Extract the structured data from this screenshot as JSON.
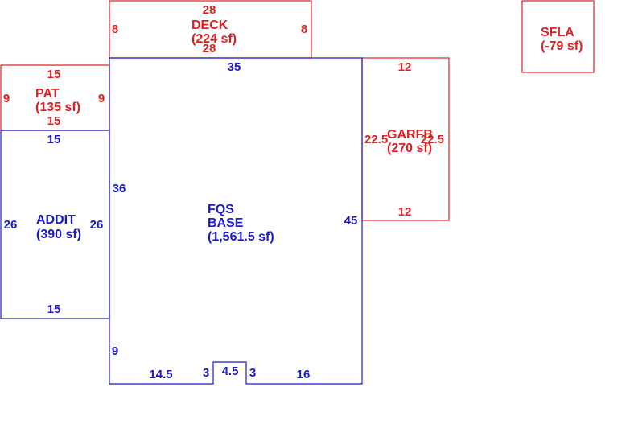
{
  "colors": {
    "red": "#e02020",
    "blue": "#1a1acc"
  },
  "areas": {
    "deck": {
      "name": "DECK",
      "area": "(224 sf)"
    },
    "sfla": {
      "name": "SFLA",
      "area": "(-79 sf)"
    },
    "pat": {
      "name": "PAT",
      "area": "(135 sf)"
    },
    "garfb": {
      "name": "GARFB",
      "area": "(270 sf)"
    },
    "addit": {
      "name": "ADDIT",
      "area": "(390 sf)"
    },
    "base": {
      "line1": "FQS",
      "line2": "BASE",
      "area": "(1,561.5 sf)"
    }
  },
  "dims": {
    "deck_top": "28",
    "deck_bottom": "28",
    "deck_left": "8",
    "deck_right": "8",
    "pat_top": "15",
    "pat_bottom": "15",
    "pat_left": "9",
    "pat_right": "9",
    "garfb_top": "12",
    "garfb_bottom": "12",
    "garfb_left": "22.5",
    "garfb_right": "22.5",
    "addit_top": "15",
    "addit_bottom": "15",
    "addit_left": "26",
    "addit_right": "26",
    "base_top": "35",
    "base_left_upper": "36",
    "base_left_lower": "9",
    "base_right": "45",
    "base_bottom_left": "14.5",
    "base_notch_left": "3",
    "base_notch_top": "4.5",
    "base_notch_right": "3",
    "base_bottom_right": "16"
  }
}
